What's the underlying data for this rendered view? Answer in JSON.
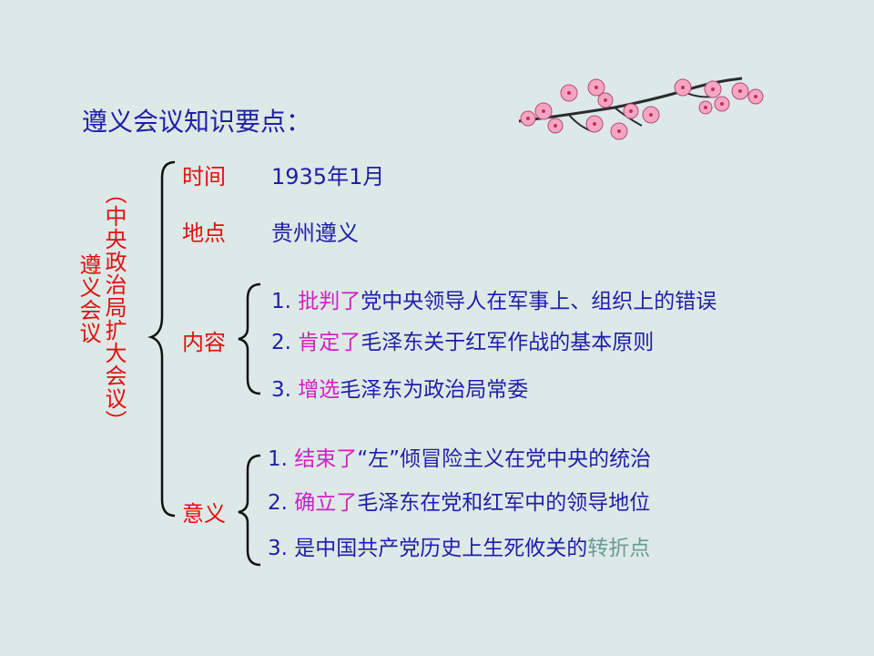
{
  "title": "遵义会议知识要点：",
  "topic": {
    "main": "遵义会议",
    "sub": "（中央政治局扩大会议）"
  },
  "categories": {
    "time": {
      "label": "时间",
      "value": "1935年1月"
    },
    "place": {
      "label": "地点",
      "value": "贵州遵义"
    },
    "content": {
      "label": "内容",
      "items": [
        {
          "num": "1. ",
          "key": "批判了",
          "rest": "党中央领导人在军事上、组织上的错误"
        },
        {
          "num": "2. ",
          "key": "肯定了",
          "rest": "毛泽东关于红军作战的基本原则"
        },
        {
          "num": "3. ",
          "key": "增选",
          "rest": "毛泽东为政治局常委"
        }
      ]
    },
    "significance": {
      "label": "意义",
      "items": [
        {
          "num": "1. ",
          "key": "结束了",
          "rest": "“左”倾冒险主义在党中央的统治"
        },
        {
          "num": "2. ",
          "key": "确立了",
          "rest": "毛泽东在党和红军中的领导地位"
        },
        {
          "num": "3. ",
          "pre": "是中国共产党历史上生死攸关的",
          "key": "转折点"
        }
      ]
    }
  },
  "colors": {
    "title": "#1f1fa8",
    "label_red": "#e01010",
    "highlight": "#d020c0",
    "highlight_alt": "#6a9a98",
    "background": "#dde9e7"
  },
  "decoration": {
    "icon": "plum-blossom-branch-icon"
  }
}
